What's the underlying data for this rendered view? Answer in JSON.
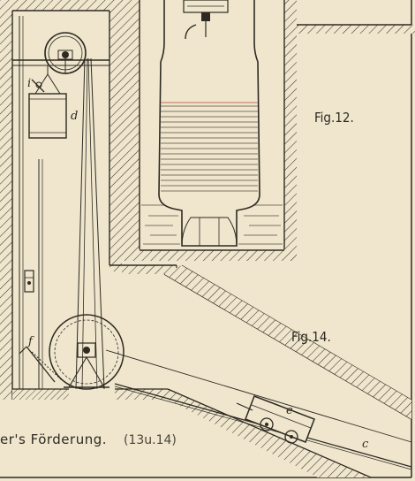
{
  "figures": {
    "fig12_label": "Fig.12.",
    "fig14_label": "Fig.14."
  },
  "caption": {
    "text": "er's Förderung.",
    "figure_ref": "(13u.14)"
  },
  "part_letters": {
    "i": "i",
    "d": "d",
    "f": "f",
    "e": "e",
    "c": "c"
  },
  "colors": {
    "paper": "#efe6cd",
    "ink": "#2e2a22",
    "water_line": "#5a4a40",
    "water_line_accent": "#b34a3c"
  }
}
